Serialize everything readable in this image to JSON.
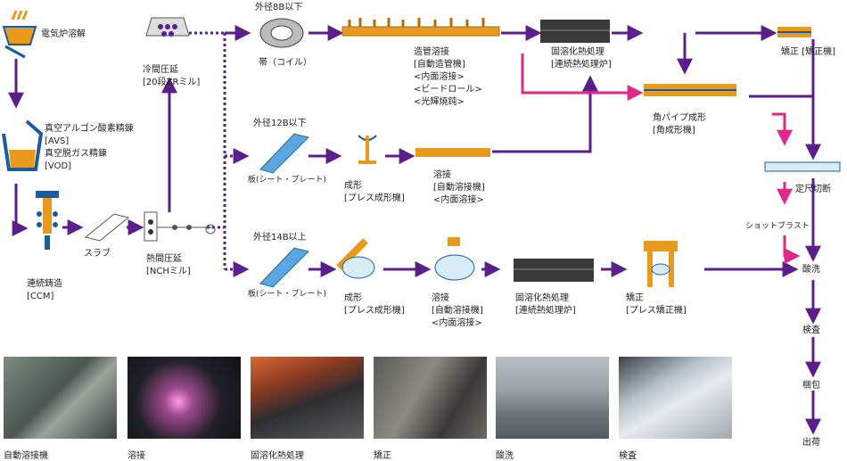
{
  "steps": {
    "furnace": "電気炉溶解",
    "refine_1": "真空アルゴン酸素精錬",
    "refine_2": "[AVS]",
    "refine_3": "真空脱ガス精錬",
    "refine_4": "[VOD]",
    "ccm_1": "連続鋳造",
    "ccm_2": "[CCM]",
    "slab": "スラブ",
    "nch_1": "熱間圧延",
    "nch_2": "[NCHミル]",
    "cold_1": "冷間圧延",
    "cold_2": "[20段ZRミル]",
    "od8": "外径8B以下",
    "coil": "帯（コイル）",
    "pipe_weld_1": "造管溶接",
    "pipe_weld_2": "[自動造管機]",
    "pipe_weld_3": "<内面溶接>",
    "pipe_weld_4": "<ビードロール>",
    "pipe_weld_5": "<光輝焼鈍>",
    "heat1_1": "固溶化熱処理",
    "heat1_2": "[連続熱処理炉]",
    "straight1": "矯正 [矯正機]",
    "square_1": "角パイプ成形",
    "square_2": "[角成形機]",
    "cut": "定尺切断",
    "shot": "ショットブラスト",
    "od12": "外径12B以下",
    "plate_a": "板(シート・プレート)",
    "form_a_1": "成形",
    "form_a_2": "[プレス成形機]",
    "weld_a_1": "溶接",
    "weld_a_2": "[自動溶接機]",
    "weld_a_3": "<内面溶接>",
    "od14": "外径14B以上",
    "plate_b": "板(シート・プレート)",
    "form_b_1": "成形",
    "form_b_2": "[プレス成形機]",
    "weld_b_1": "溶接",
    "weld_b_2": "[自動溶接機]",
    "weld_b_3": "<内面溶接>",
    "heat2_1": "固溶化熱処理",
    "heat2_2": "[連続熱処理炉]",
    "straight2_1": "矯正",
    "straight2_2": "[プレス矯正機]",
    "pickle": "酸洗",
    "inspect": "検査",
    "pack": "梱包",
    "ship": "出荷"
  },
  "photos": [
    {
      "caption": "自動溶接機"
    },
    {
      "caption": "溶接"
    },
    {
      "caption": "固溶化熱処理"
    },
    {
      "caption": "矯正"
    },
    {
      "caption": "酸洗"
    },
    {
      "caption": "検査"
    }
  ],
  "colors": {
    "flow": "#5a1f8a",
    "alt": "#e0288a",
    "machine_orange": "#e89a1e",
    "plate_blue": "#5aa6e0",
    "dark_machine": "#3a3a3a"
  }
}
